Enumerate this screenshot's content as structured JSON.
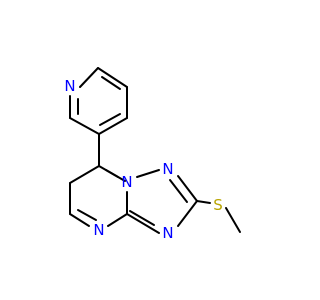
{
  "molecule": {
    "atoms": {
      "n_pyridine": {
        "label": "N",
        "color": "#0000ff"
      },
      "n_bridge": {
        "label": "N",
        "color": "#0000ff"
      },
      "n_triazole_top": {
        "label": "N",
        "color": "#0000ff"
      },
      "n_triazole_bottom": {
        "label": "N",
        "color": "#0000ff"
      },
      "n_pyrimidine": {
        "label": "N",
        "color": "#0000ff"
      },
      "s_thioether": {
        "label": "S",
        "color": "#b8a400"
      }
    },
    "bond_color": "#000000"
  }
}
